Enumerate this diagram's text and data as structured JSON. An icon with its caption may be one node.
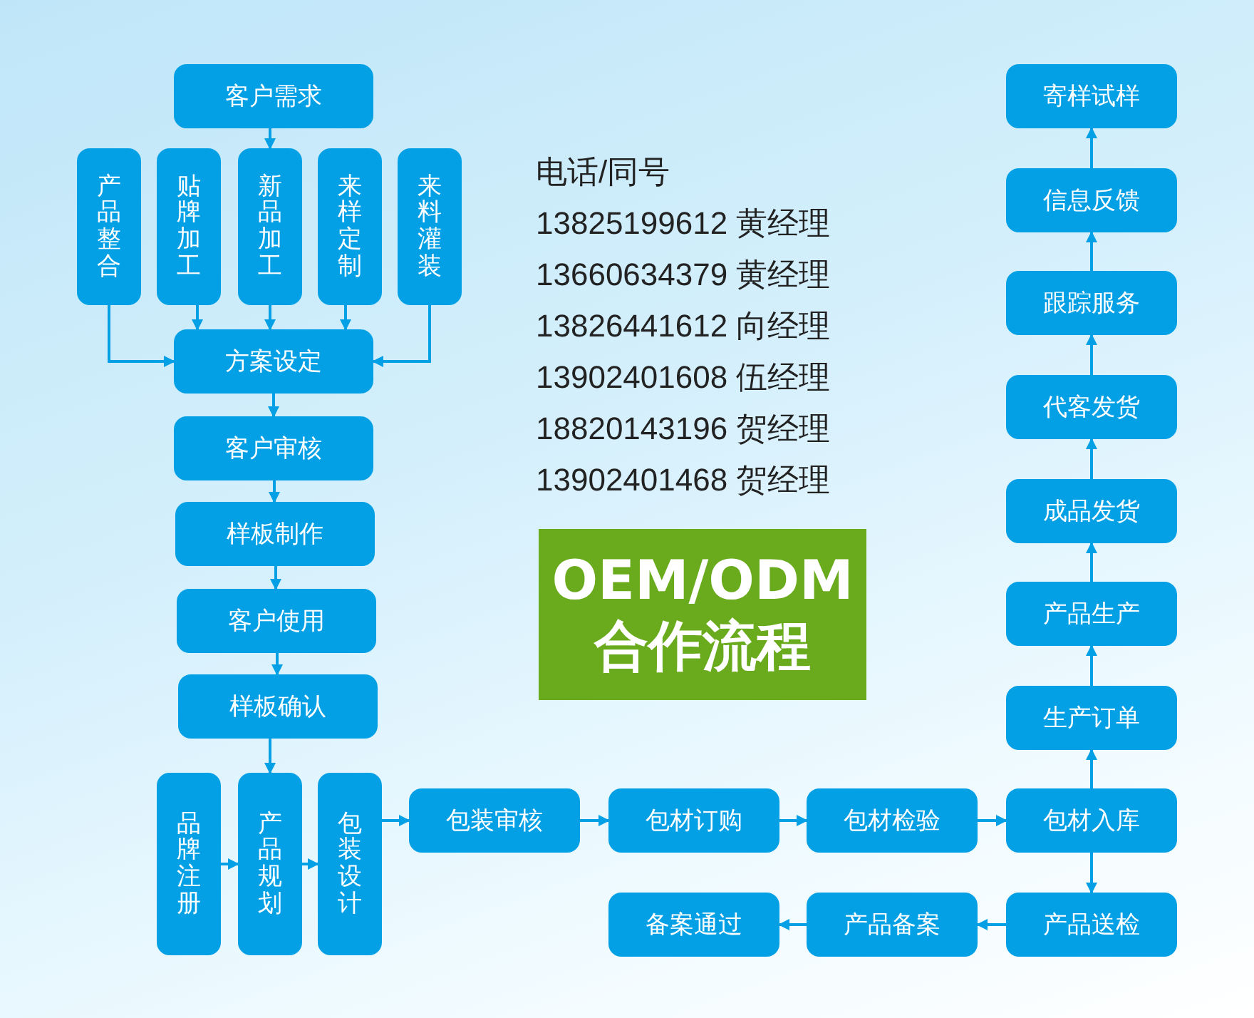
{
  "diagram": {
    "nodes": [
      {
        "text": [
          "客户需求"
        ]
      },
      {
        "text": [
          "产品整合"
        ]
      },
      {
        "text": [
          "贴牌加工"
        ]
      },
      {
        "text": [
          "新品加工"
        ]
      },
      {
        "text": [
          "来样定制"
        ]
      },
      {
        "text": [
          "来料灌装"
        ]
      },
      {
        "text": [
          "方案设定"
        ]
      },
      {
        "text": [
          "客户审核"
        ]
      },
      {
        "text": [
          "样板制作"
        ]
      },
      {
        "text": [
          "客户使用"
        ]
      },
      {
        "text": [
          "样板确认"
        ]
      },
      {
        "text": [
          "品牌注册"
        ]
      },
      {
        "text": [
          "产品规划"
        ]
      },
      {
        "text": [
          "包装设计"
        ]
      },
      {
        "text": [
          "包装审核"
        ]
      },
      {
        "text": [
          "包材订购"
        ]
      },
      {
        "text": [
          "包材检验"
        ]
      },
      {
        "text": [
          "包材入库"
        ]
      },
      {
        "text": [
          "备案通过"
        ]
      },
      {
        "text": [
          "产品备案"
        ]
      },
      {
        "text": [
          "产品送检"
        ]
      },
      {
        "text": [
          "寄样试样"
        ]
      },
      {
        "text": [
          "信息反馈"
        ]
      },
      {
        "text": [
          "跟踪服务"
        ]
      },
      {
        "text": [
          "代客发货"
        ]
      },
      {
        "text": [
          "成品发货"
        ]
      },
      {
        "text": [
          "产品生产"
        ]
      },
      {
        "text": [
          "生产订单"
        ]
      },
      {
        "text": [
          "OEM/ODM 合作流程"
        ]
      }
    ],
    "edges": [
      {
        "from": 0,
        "to": 3,
        "arrow": "to"
      },
      {
        "from": 1,
        "to": 6,
        "arrow": "to"
      },
      {
        "from": 2,
        "to": 6,
        "arrow": "to"
      },
      {
        "from": 3,
        "to": 6,
        "arrow": "to"
      },
      {
        "from": 4,
        "to": 6,
        "arrow": "to"
      },
      {
        "from": 5,
        "to": 6,
        "arrow": "to"
      },
      {
        "from": 6,
        "to": 7,
        "arrow": "to"
      },
      {
        "from": 7,
        "to": 8,
        "arrow": "to"
      },
      {
        "from": 8,
        "to": 9,
        "arrow": "to"
      },
      {
        "from": 9,
        "to": 10,
        "arrow": "to"
      },
      {
        "from": 10,
        "to": 12,
        "arrow": "to"
      },
      {
        "from": 11,
        "to": 12,
        "arrow": "to"
      },
      {
        "from": 12,
        "to": 13,
        "arrow": "to"
      },
      {
        "from": 13,
        "to": 14,
        "arrow": "to"
      },
      {
        "from": 14,
        "to": 15,
        "arrow": "to"
      },
      {
        "from": 15,
        "to": 16,
        "arrow": "to"
      },
      {
        "from": 16,
        "to": 17,
        "arrow": "to"
      },
      {
        "from": 17,
        "to": 27,
        "arrow": "to"
      },
      {
        "from": 17,
        "to": 20,
        "arrow": "to"
      },
      {
        "from": 20,
        "to": 19,
        "arrow": "to"
      },
      {
        "from": 19,
        "to": 18,
        "arrow": "to"
      },
      {
        "from": 27,
        "to": 26,
        "arrow": "to"
      },
      {
        "from": 26,
        "to": 25,
        "arrow": "to"
      },
      {
        "from": 25,
        "to": 24,
        "arrow": "to"
      },
      {
        "from": 24,
        "to": 23,
        "arrow": "to"
      },
      {
        "from": 23,
        "to": 22,
        "arrow": "to"
      },
      {
        "from": 22,
        "to": 21,
        "arrow": "to"
      }
    ],
    "labels": [
      "电话/同号",
      "13825199612 黄经理",
      "13660634379 黄经理",
      "13826441612 向经理",
      "13902401608 伍经理",
      "18820143196 贺经理",
      "13902401468 贺经理"
    ]
  }
}
